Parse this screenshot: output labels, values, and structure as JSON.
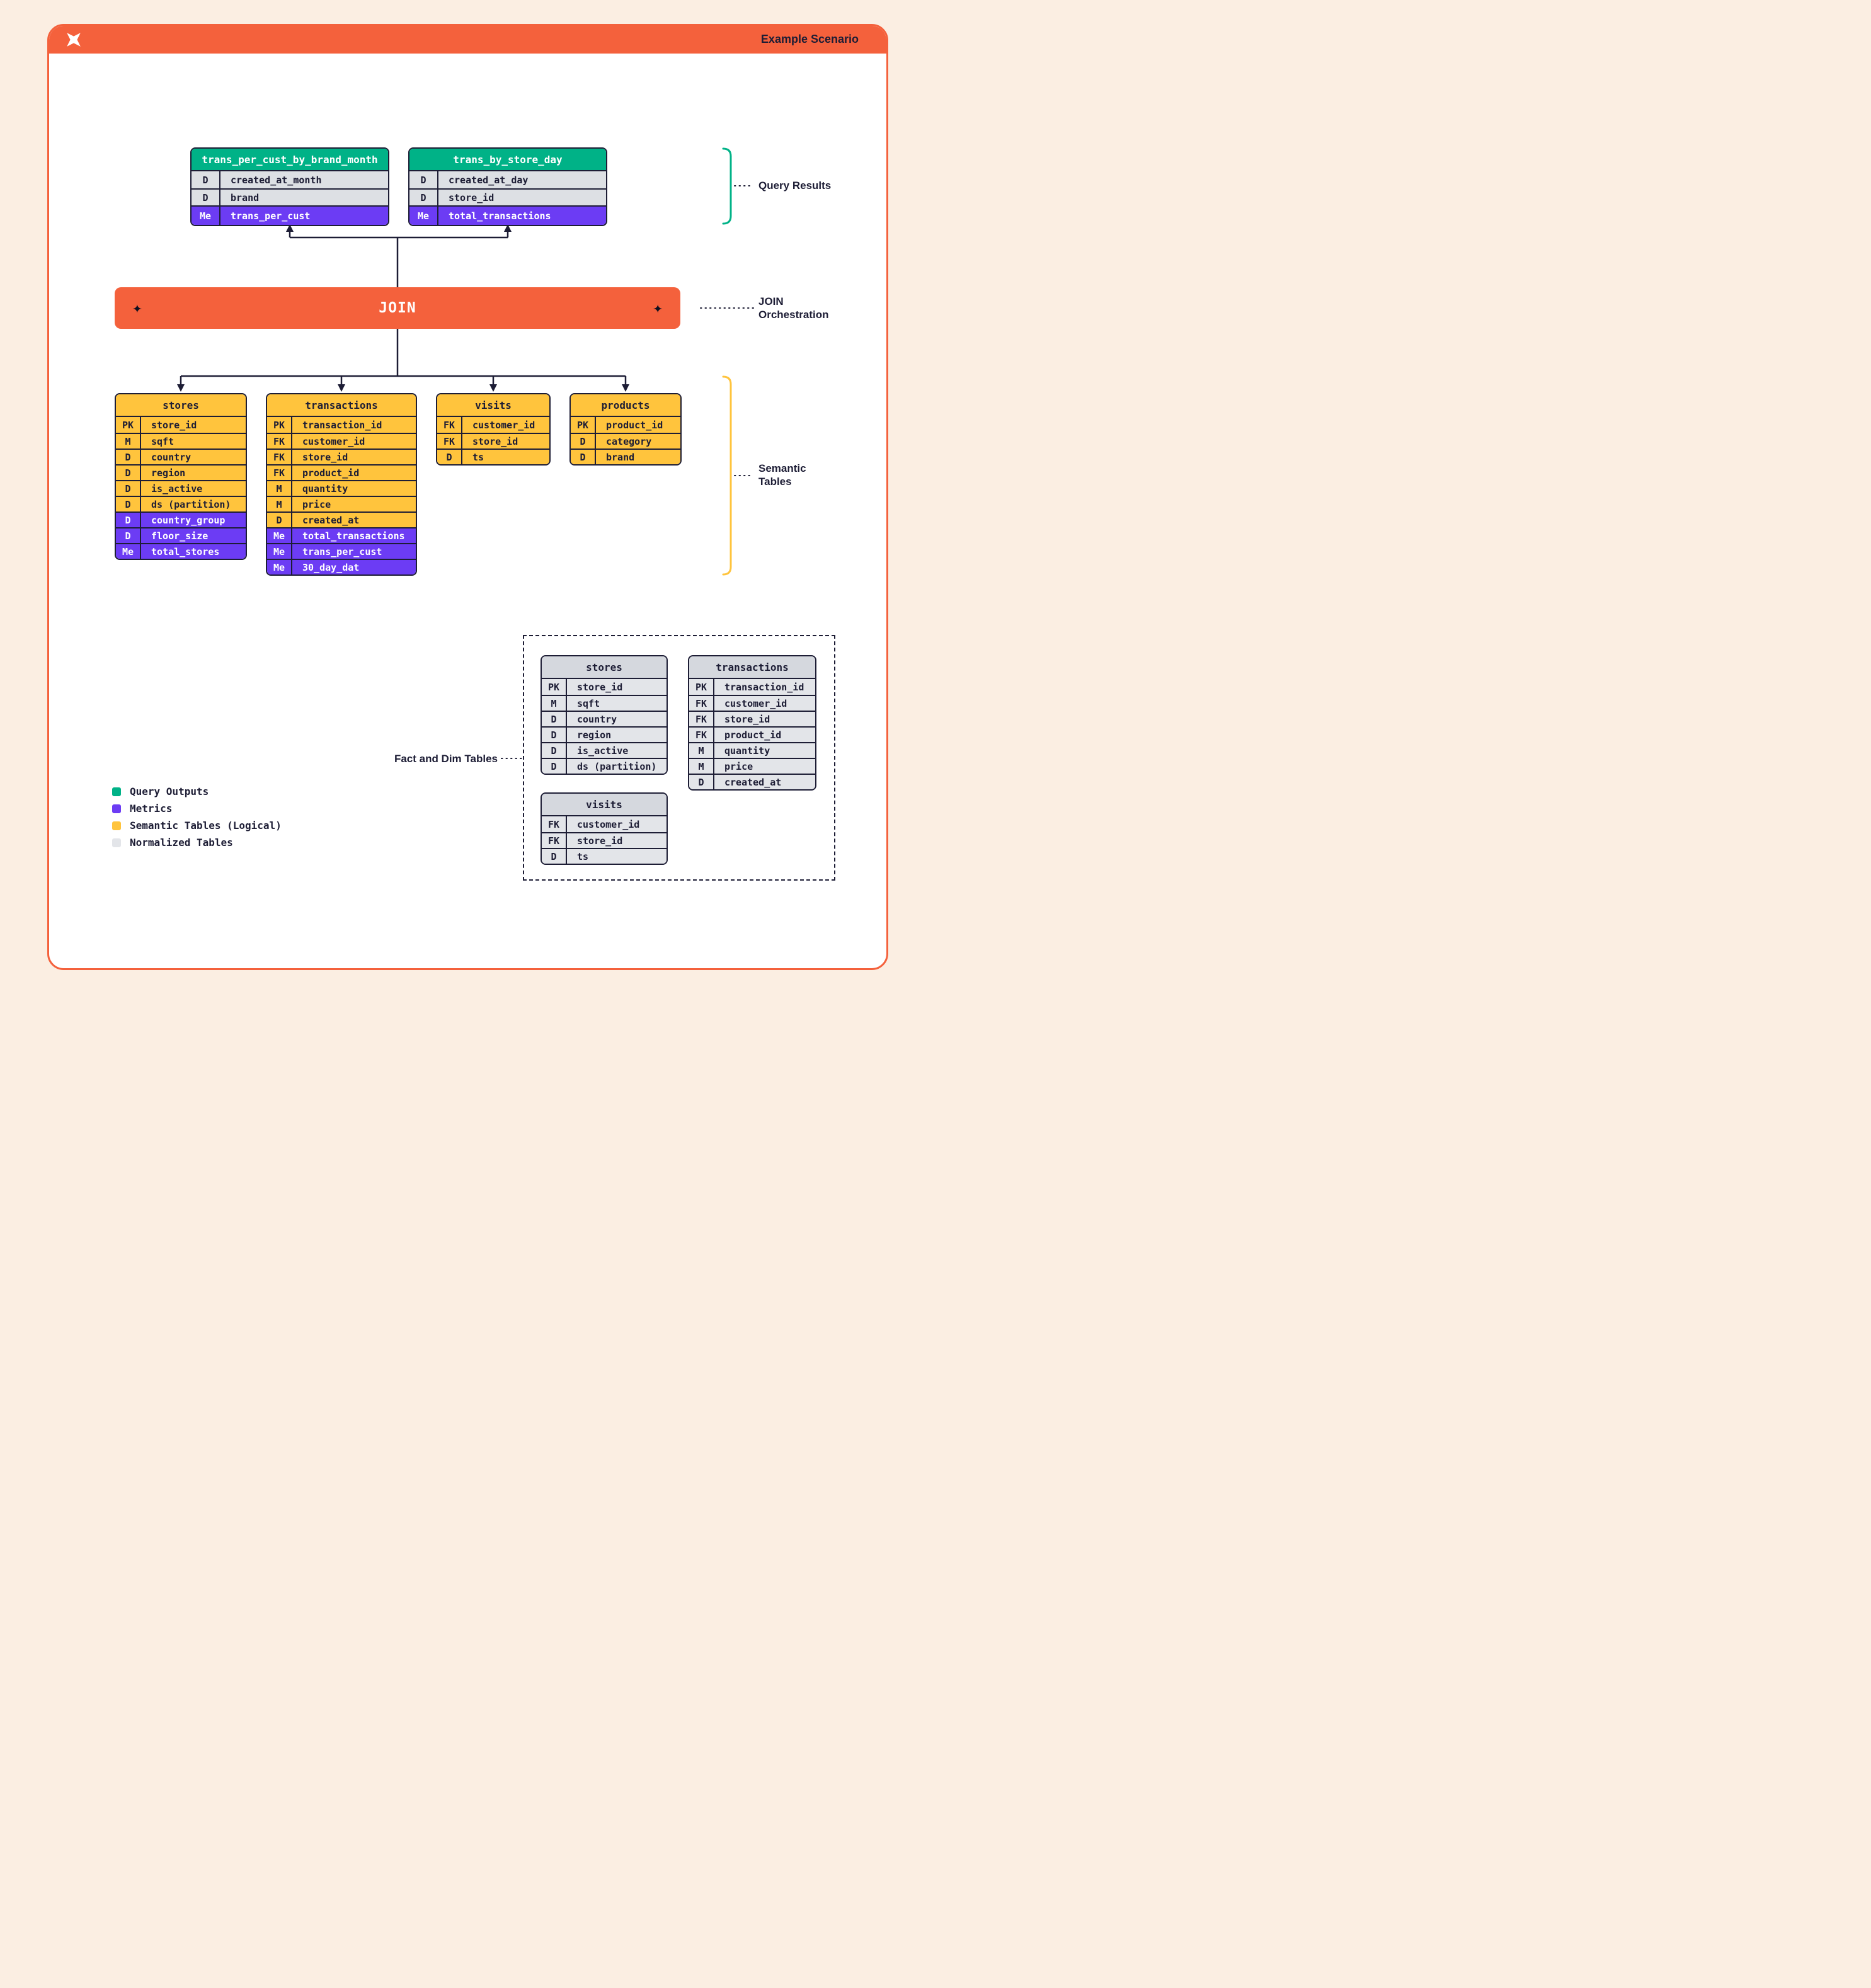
{
  "app": {
    "title": "Example Scenario"
  },
  "join_bar": {
    "label": "JOIN",
    "diamond": "✦"
  },
  "annotations": {
    "query_results": "Query Results",
    "join_line1": "JOIN",
    "join_line2": "Orchestration",
    "semantic_line1": "Semantic",
    "semantic_line2": "Tables",
    "fact_dim": "Fact and Dim Tables"
  },
  "tables": {
    "query": [
      {
        "title": "trans_per_cust_by_brand_month",
        "theme": "green",
        "rows": [
          {
            "k": "D",
            "n": "created_at_month"
          },
          {
            "k": "D",
            "n": "brand"
          },
          {
            "k": "Me",
            "n": "trans_per_cust",
            "metric": true
          }
        ]
      },
      {
        "title": "trans_by_store_day",
        "theme": "green",
        "rows": [
          {
            "k": "D",
            "n": "created_at_day"
          },
          {
            "k": "D",
            "n": "store_id"
          },
          {
            "k": "Me",
            "n": "total_transactions",
            "metric": true
          }
        ]
      }
    ],
    "semantic": [
      {
        "title": "stores",
        "theme": "yellow",
        "rows": [
          {
            "k": "PK",
            "n": "store_id"
          },
          {
            "k": "M",
            "n": "sqft"
          },
          {
            "k": "D",
            "n": "country"
          },
          {
            "k": "D",
            "n": "region"
          },
          {
            "k": "D",
            "n": "is_active"
          },
          {
            "k": "D",
            "n": "ds (partition)"
          },
          {
            "k": "D",
            "n": "country_group",
            "metric": true
          },
          {
            "k": "D",
            "n": "floor_size",
            "metric": true
          },
          {
            "k": "Me",
            "n": "total_stores",
            "metric": true
          }
        ]
      },
      {
        "title": "transactions",
        "theme": "yellow",
        "rows": [
          {
            "k": "PK",
            "n": "transaction_id"
          },
          {
            "k": "FK",
            "n": "customer_id"
          },
          {
            "k": "FK",
            "n": "store_id"
          },
          {
            "k": "FK",
            "n": "product_id"
          },
          {
            "k": "M",
            "n": "quantity"
          },
          {
            "k": "M",
            "n": "price"
          },
          {
            "k": "D",
            "n": "created_at"
          },
          {
            "k": "Me",
            "n": "total_transactions",
            "metric": true
          },
          {
            "k": "Me",
            "n": "trans_per_cust",
            "metric": true
          },
          {
            "k": "Me",
            "n": "30_day_dat",
            "metric": true
          }
        ]
      },
      {
        "title": "visits",
        "theme": "yellow",
        "rows": [
          {
            "k": "FK",
            "n": "customer_id"
          },
          {
            "k": "FK",
            "n": "store_id"
          },
          {
            "k": "D",
            "n": "ts"
          }
        ]
      },
      {
        "title": "products",
        "theme": "yellow",
        "rows": [
          {
            "k": "PK",
            "n": "product_id"
          },
          {
            "k": "D",
            "n": "category"
          },
          {
            "k": "D",
            "n": "brand"
          }
        ]
      }
    ],
    "normalized": [
      {
        "title": "stores",
        "theme": "gray",
        "rows": [
          {
            "k": "PK",
            "n": "store_id"
          },
          {
            "k": "M",
            "n": "sqft"
          },
          {
            "k": "D",
            "n": "country"
          },
          {
            "k": "D",
            "n": "region"
          },
          {
            "k": "D",
            "n": "is_active"
          },
          {
            "k": "D",
            "n": "ds (partition)"
          }
        ]
      },
      {
        "title": "transactions",
        "theme": "gray",
        "rows": [
          {
            "k": "PK",
            "n": "transaction_id"
          },
          {
            "k": "FK",
            "n": "customer_id"
          },
          {
            "k": "FK",
            "n": "store_id"
          },
          {
            "k": "FK",
            "n": "product_id"
          },
          {
            "k": "M",
            "n": "quantity"
          },
          {
            "k": "M",
            "n": "price"
          },
          {
            "k": "D",
            "n": "created_at"
          }
        ]
      },
      {
        "title": "visits",
        "theme": "gray",
        "rows": [
          {
            "k": "FK",
            "n": "customer_id"
          },
          {
            "k": "FK",
            "n": "store_id"
          },
          {
            "k": "D",
            "n": "ts"
          }
        ]
      }
    ]
  },
  "legend": {
    "items": [
      {
        "label": "Query Outputs",
        "color": "#00B287"
      },
      {
        "label": "Metrics",
        "color": "#6C3CF4"
      },
      {
        "label": "Semantic Tables (Logical)",
        "color": "#FFC43D"
      },
      {
        "label": "Normalized Tables",
        "color": "#E3E5E9"
      }
    ]
  },
  "colors": {
    "orange": "#F4613C",
    "teal": "#00B287",
    "purple": "#6C3CF4",
    "yellow": "#FFC43D",
    "grayrow": "#DDE0E4",
    "normhead": "#D5D8DE",
    "normrow": "#E3E5E9",
    "dark": "#1D1D35",
    "pagebg": "#FBEEE2"
  }
}
